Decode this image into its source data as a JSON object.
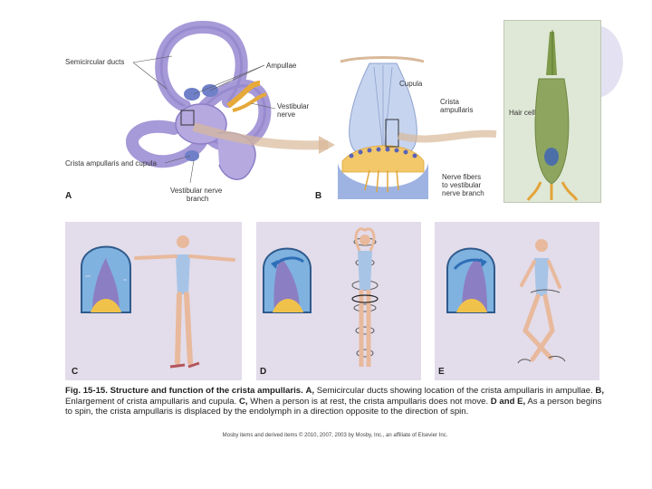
{
  "panelA": {
    "letter": "A",
    "labels": {
      "semicircular": "Semicircular ducts",
      "ampullae": "Ampullae",
      "vestibular_nerve_1": "Vestibular",
      "vestibular_nerve_2": "nerve",
      "crista_cupula": "Crista ampullaris and cupula",
      "branch_1": "Vestibular nerve",
      "branch_2": "branch"
    }
  },
  "panelB": {
    "letter": "B",
    "labels": {
      "cupula": "Cupula",
      "crista_1": "Crista",
      "crista_2": "ampullaris",
      "hair_cell": "Hair cell",
      "nerve_1": "Nerve fibers",
      "nerve_2": "to vestibular",
      "nerve_3": "nerve branch"
    }
  },
  "panelC": {
    "letter": "C"
  },
  "panelD": {
    "letter": "D"
  },
  "panelE": {
    "letter": "E"
  },
  "caption": {
    "bold": "Fig. 15-15. Structure and function of the crista ampullaris.",
    "a_label": "A,",
    "a_text": " Semicircular ducts showing location of the crista ampullaris in ampullae. ",
    "b_label": "B,",
    "b_text": " Enlargement of crista ampullaris and cupula. ",
    "c_label": "C,",
    "c_text": " When a person is at rest, the crista ampullaris does not move. ",
    "de_label": "D and E,",
    "de_text": " As a person begins to spin, the crista ampullaris is displaced by the endolymph in a direction opposite to the direction of spin."
  },
  "credit": "Mosby items and derived items © 2010, 2007, 2003 by Mosby, Inc., an affiliate of Elsevier Inc."
}
